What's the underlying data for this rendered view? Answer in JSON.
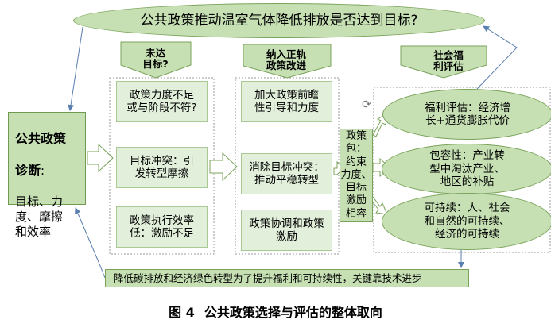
{
  "title": "公共政策推动温室气体降低排放是否达到目标?",
  "diagnosis": {
    "heading_line1": "公共政策",
    "heading_line2": "诊断",
    "body": "目标、力\n度、摩擦\n和效率"
  },
  "column_unmet": {
    "header": "未达\n目标?",
    "items": [
      "政策力度不足\n或与阶段不符?",
      "目标冲突：引\n发转型摩擦",
      "政策执行效率\n低：激励不足"
    ]
  },
  "column_reform": {
    "header": "纳入正轨\n政策改进",
    "items": [
      "加大政策前瞻\n性引导和力度",
      "消除目标冲突：\n推动平稳转型",
      "政策协调和政策\n激励"
    ]
  },
  "policy_package": "政策\n包：\n约束\n力度、\n目标\n激励\n相容",
  "welfare": {
    "header": "社会福\n利评估",
    "items": [
      "福利评估：经济增\n长+通货膨胀代价",
      "包容性：产业转\n型中淘汰产业、\n地区的补贴",
      "可持续：人、社会\n和自然的可持续、\n经济的可持续"
    ]
  },
  "bottom_banner": "降低碳排放和经济绿色转型为了提升福利和可持续性，关键靠技术进步",
  "caption": {
    "figure_label": "图 4",
    "text": "公共政策选择与评估的整体取向"
  },
  "colors": {
    "fill_green": "#c6e0b4",
    "fill_pale": "#e2efda",
    "stroke_green": "#7aa35a",
    "arrow_fill": "#ffffff",
    "line_blue": "#5b7fae"
  }
}
